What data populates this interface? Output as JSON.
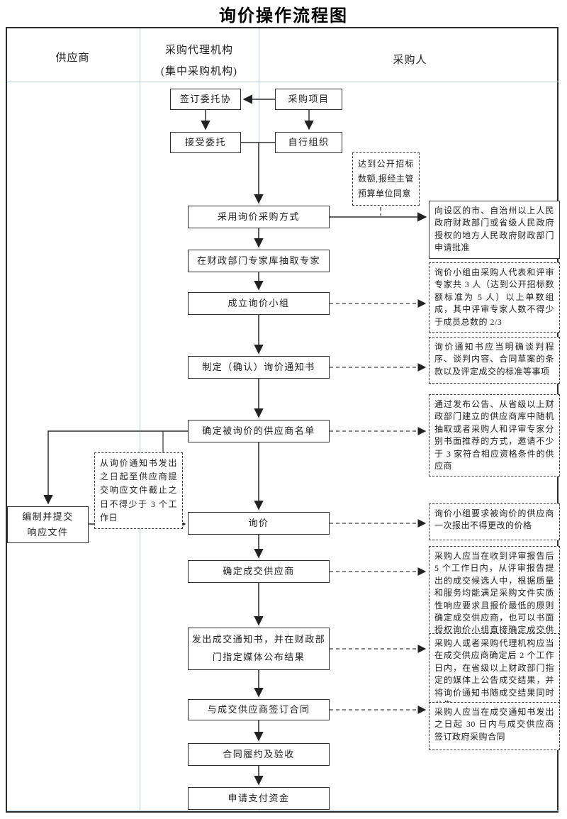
{
  "title": "询价操作流程图",
  "columns": [
    {
      "label": "供应商"
    },
    {
      "label": "采购代理机构",
      "label2": "(集中采购机构)"
    },
    {
      "label": "采购人"
    }
  ],
  "nodes": {
    "sign_agreement": "签订委托协",
    "purchase_project": "采购项目",
    "accept_entrust": "接受委托",
    "self_organize": "自行组织",
    "adopt_inquiry": "采用询价采购方式",
    "extract_experts": "在财政部门专家库抽取专家",
    "form_group": "成立询价小组",
    "make_notice": "制定（确认）询价通知书",
    "determine_suppliers": "确定被询价的供应商名单",
    "prepare_response_line1": "编制并提交",
    "prepare_response_line2": "响应文件",
    "inquiry": "询价",
    "determine_deal": "确定成交供应商",
    "issue_notice": "发出成交通知书，并在财政部门指定媒体公布结果",
    "sign_contract": "与成交供应商签订合同",
    "fulfill": "合同履约及验收",
    "apply_payment": "申请支付资金",
    "approval": "向设区的市、自治州以上人民政府财政部门或省级人民政府授权的地方人民政府财政部门申请批准"
  },
  "annotations": {
    "reach_threshold": "达到公开招标数额,报经主管预算单位同意",
    "group_composition": "询价小组由采购人代表和评审专家共 3 人（达到公开招标数额标准为 5 人）以上单数组成，其中评审专家人数不得少于成员总数的 2/3",
    "notice_content": "询价通知书应当明确谈判程序、谈判内容、合同草案的条款以及评定成交的标准等事项",
    "invite_suppliers": "通过发布公告、从省级以上财政部门建立的供应商库中随机抽取或者采购人和评审专家分别书面推荐的方式，邀请不少于 3 家符合相应资格条件的供应商",
    "min_days": "从询价通知书发出之日起至供应商提交响应文件截止之日不得少于 3 个工作日",
    "one_quote": "询价小组要求被询价的供应商一次报出不得更改的价格",
    "determine_rule": "采购人应当在收到评审报告后 5 个工作日内，从评审报告提出的成交候选人中，根据质量和服务均能满足采购文件实质性响应要求且报价最低的原则确定成交供应商，也可以书面授权询价小组直接确定成交供应商",
    "announce_rule": "采购人或者采购代理机构应当在成交供应商确定后 2 个工作日内，在省级以上财政部门指定的媒体上公告成交结果，并将询价通知书随成交结果同时公告",
    "contract_rule": "采购人应当在成交通知书发出之日起 30 日内与成交供应商签订政府采购合同"
  },
  "colors": {
    "divider": "#b7d1e3",
    "line": "#2e2e2e"
  }
}
